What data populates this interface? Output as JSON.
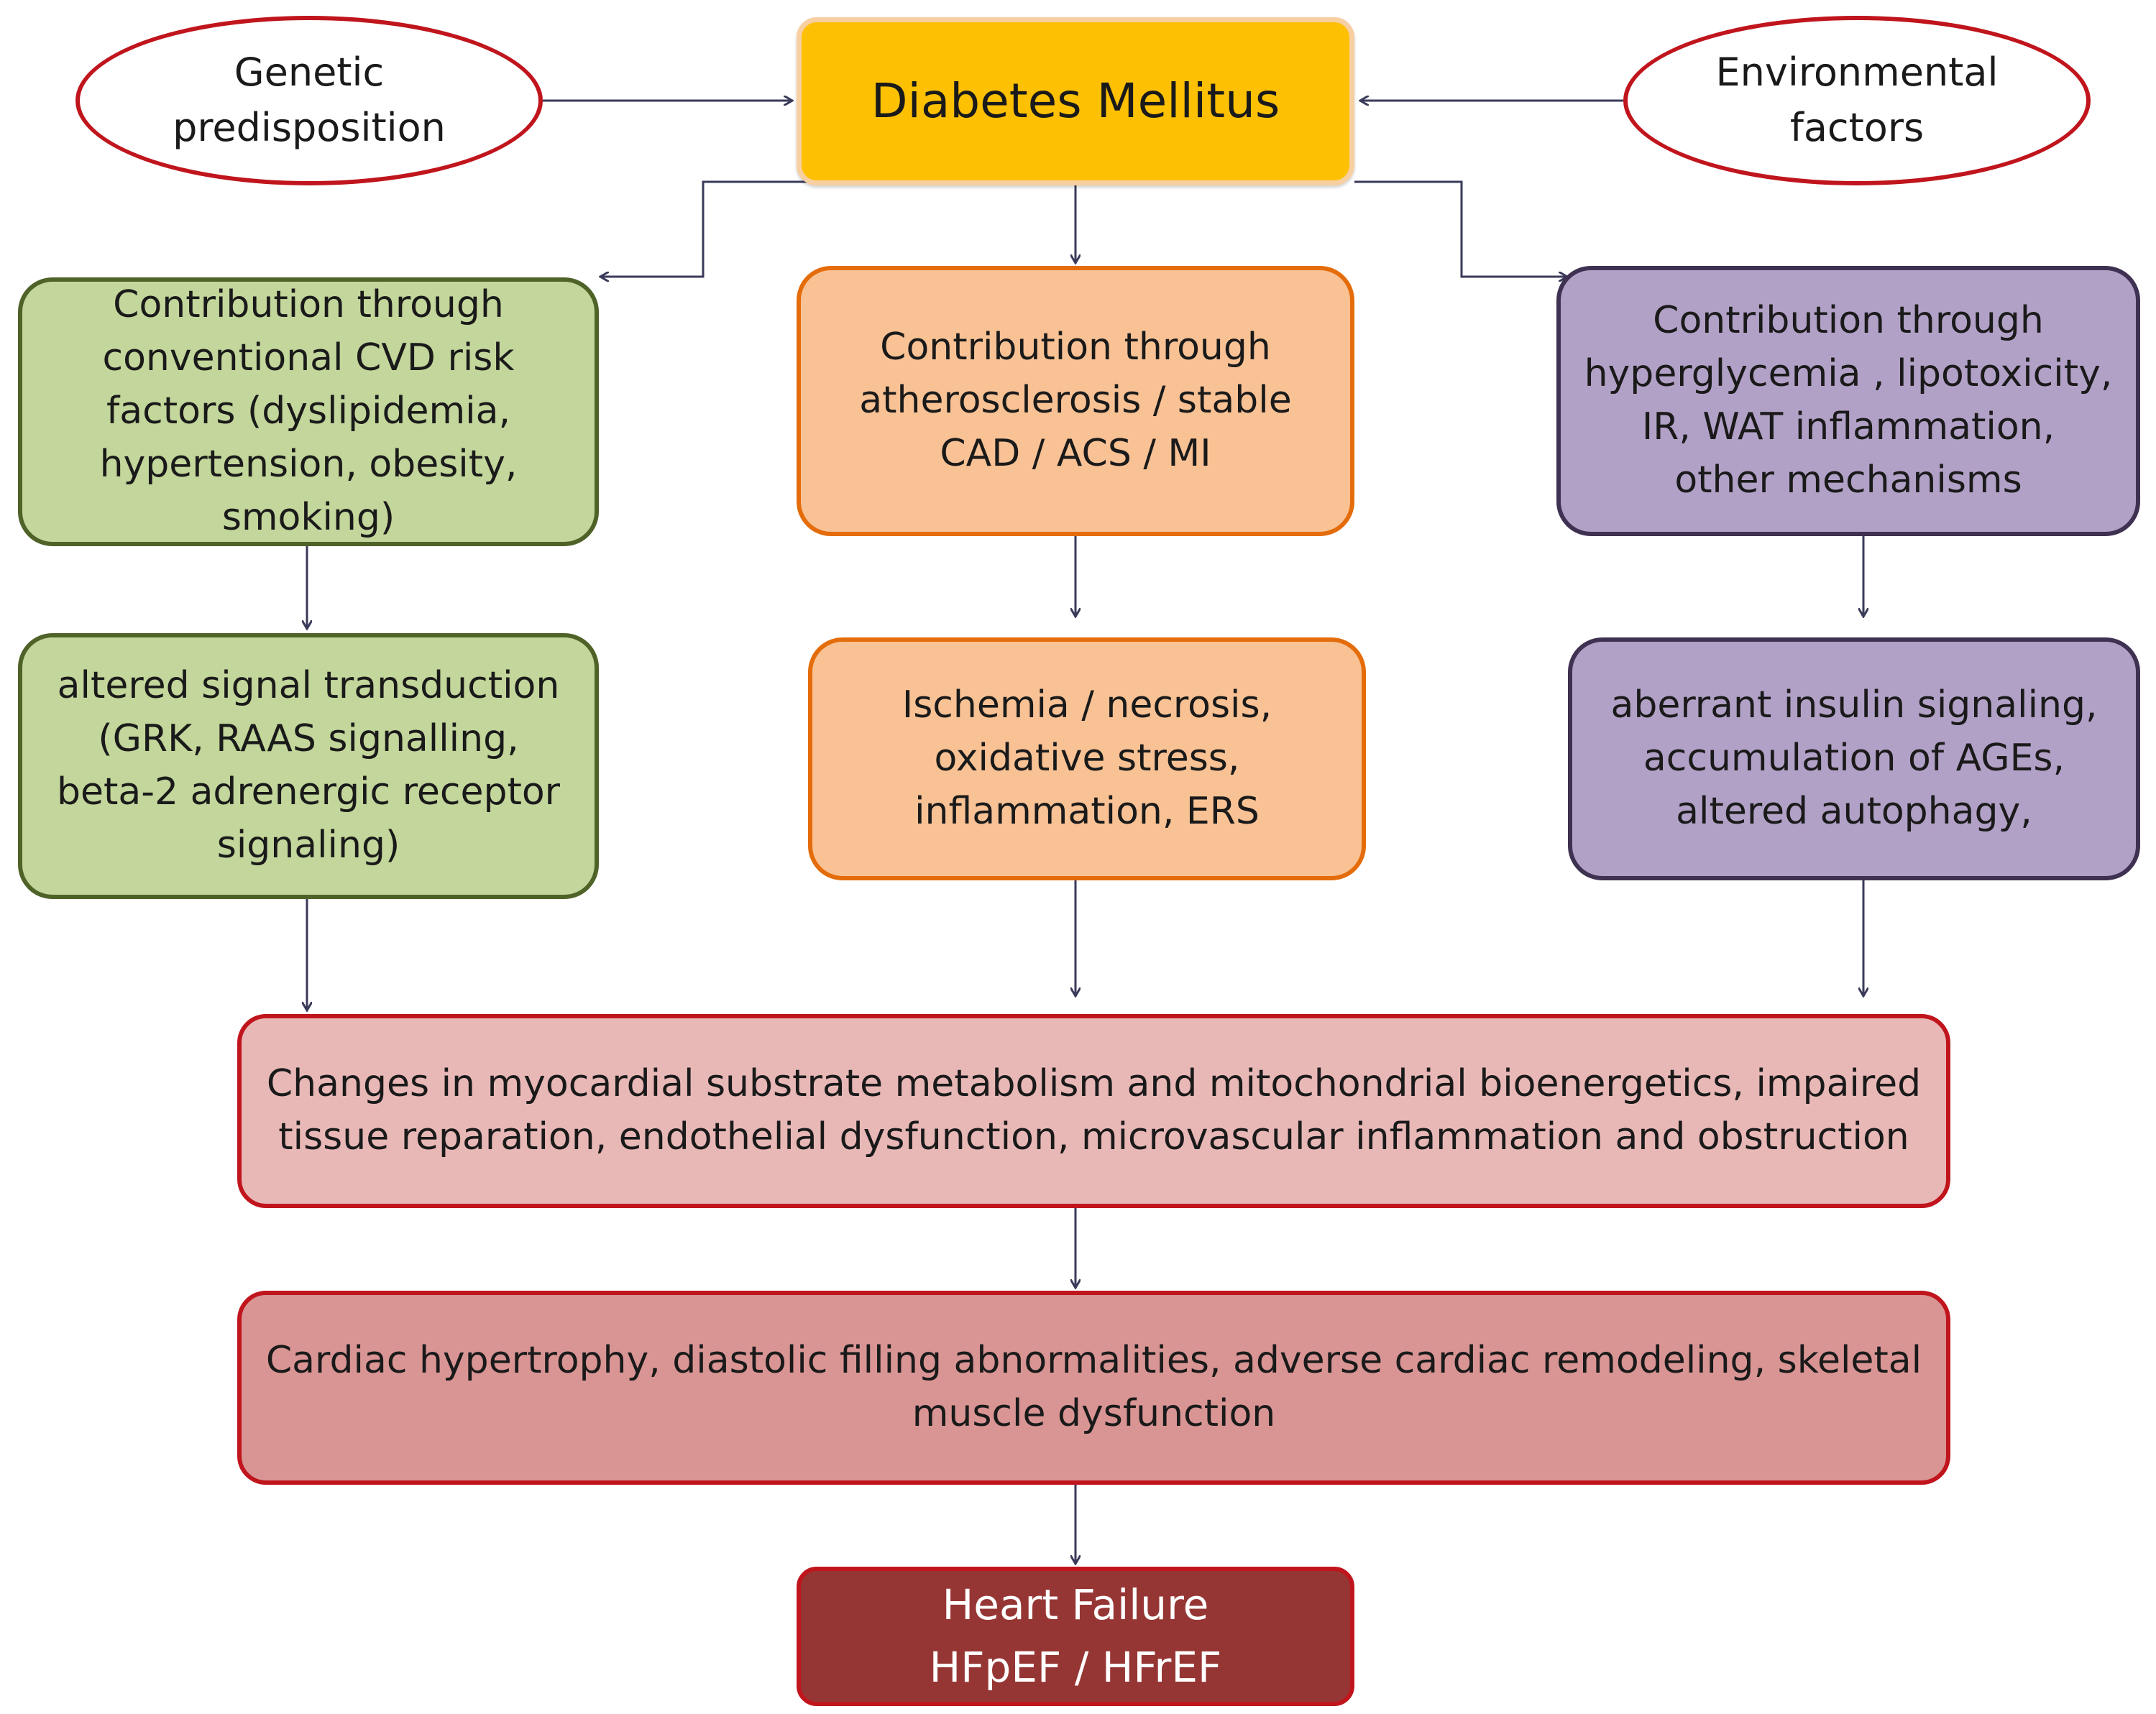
{
  "diagram": {
    "nodes": {
      "diabetes": {
        "label": "Diabetes Mellitus"
      },
      "genetic": {
        "label": "Genetic\npredisposition"
      },
      "environmental": {
        "label": "Environmental\nfactors"
      },
      "cvd_risk": {
        "label": "Contribution through\nconventional CVD risk\nfactors (dyslipidemia,\nhypertension, obesity,\nsmoking)"
      },
      "atherosclerosis": {
        "label": "Contribution through\natherosclerosis / stable\nCAD / ACS / MI"
      },
      "hyperglycemia": {
        "label": "Contribution through\nhyperglycemia , lipotoxicity,\nIR, WAT inflammation,\nother mechanisms"
      },
      "signal_transduction": {
        "label": "altered signal transduction\n(GRK, RAAS signalling,\nbeta-2 adrenergic receptor\nsignaling)"
      },
      "ischemia": {
        "label": "Ischemia / necrosis,\noxidative stress,\ninflammation,  ERS"
      },
      "insulin_signaling": {
        "label": "aberrant insulin signaling,\naccumulation of AGEs,\naltered autophagy,"
      },
      "myocardial_changes": {
        "label": "Changes in myocardial substrate metabolism and mitochondrial bioenergetics, impaired\ntissue reparation, endothelial dysfunction, microvascular inflammation and obstruction"
      },
      "cardiac_remodeling": {
        "label": "Cardiac hypertrophy, diastolic filling abnormalities, adverse cardiac remodeling, skeletal\nmuscle dysfunction"
      },
      "heart_failure": {
        "label": "Heart  Failure\nHFpEF / HFrEF"
      }
    },
    "edges": [
      {
        "from": "genetic",
        "to": "diabetes"
      },
      {
        "from": "environmental",
        "to": "diabetes"
      },
      {
        "from": "diabetes",
        "to": "cvd_risk"
      },
      {
        "from": "diabetes",
        "to": "atherosclerosis"
      },
      {
        "from": "diabetes",
        "to": "hyperglycemia"
      },
      {
        "from": "cvd_risk",
        "to": "signal_transduction"
      },
      {
        "from": "atherosclerosis",
        "to": "ischemia"
      },
      {
        "from": "hyperglycemia",
        "to": "insulin_signaling"
      },
      {
        "from": "signal_transduction",
        "to": "myocardial_changes"
      },
      {
        "from": "ischemia",
        "to": "myocardial_changes"
      },
      {
        "from": "insulin_signaling",
        "to": "myocardial_changes"
      },
      {
        "from": "myocardial_changes",
        "to": "cardiac_remodeling"
      },
      {
        "from": "cardiac_remodeling",
        "to": "heart_failure"
      }
    ],
    "colors": {
      "diabetes_fill": "#fdc003",
      "risk_factor_outline": "#c0151d",
      "green_fill": "#c3d69b",
      "orange_fill": "#f9c295",
      "purple_fill": "#b2a1c7",
      "pink_fill": "#e8b8b7",
      "rose_fill": "#d99594",
      "heart_failure_fill": "#963634",
      "connector": "#3a3a5a"
    }
  }
}
